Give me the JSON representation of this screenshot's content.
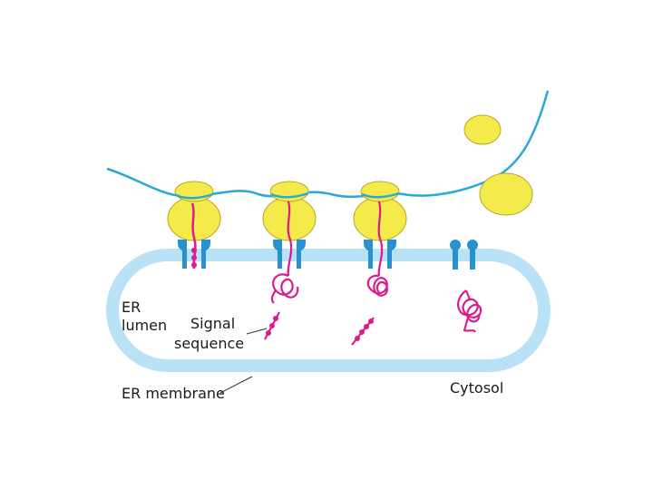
{
  "labels": {
    "er": "ER",
    "lumen": "lumen",
    "signal": "Signal",
    "sequence": "sequence",
    "er_membrane": "ER membrane",
    "cytosol": "Cytosol"
  },
  "colors": {
    "mrna": "#2aa8d8",
    "ribosome_fill": "#f4ea4c",
    "ribosome_stroke": "#b8a81e",
    "membrane": "#b9e2f6",
    "translocon": "#2891cf",
    "polypeptide": "#de1a8c",
    "leader_line": "#333333",
    "text": "#1a1a1a"
  }
}
